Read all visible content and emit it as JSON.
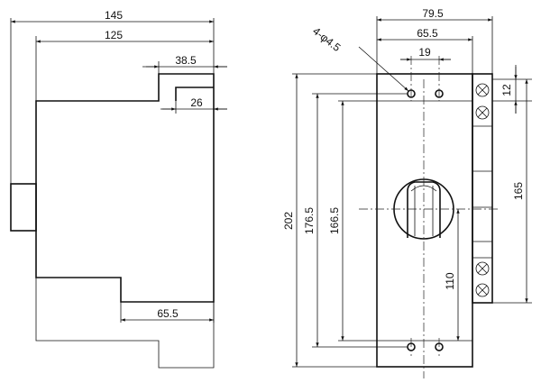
{
  "side_view": {
    "dims": {
      "overall_width": "145",
      "body_width": "125",
      "top_step_width": "38.5",
      "step_offset": "26",
      "bottom_step_width": "65.5"
    }
  },
  "front_view": {
    "dims": {
      "overall_width": "79.5",
      "hole_spacing_x_outer": "65.5",
      "hole_spacing_x_inner": "19",
      "holes_label": "4-φ4.5",
      "overall_height": "202",
      "height_176": "176.5",
      "height_166": "166.5",
      "terminal_span": "165",
      "terminal_top": "12",
      "knob_height": "110"
    }
  }
}
